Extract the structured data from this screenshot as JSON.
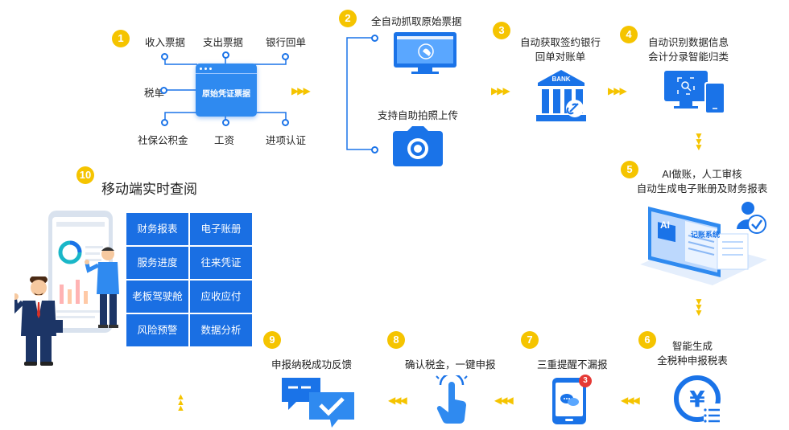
{
  "steps": [
    {
      "num": "1",
      "text": ""
    },
    {
      "num": "2",
      "text": "全自动抓取原始票据"
    },
    {
      "num": "3",
      "line1": "自动获取签约银行",
      "line2": "回单对账单"
    },
    {
      "num": "4",
      "line1": "自动识别数据信息",
      "line2": "会计分录智能归类"
    },
    {
      "num": "5",
      "line1": "AI做账，人工审核",
      "line2": "自动生成电子账册及财务报表"
    },
    {
      "num": "6",
      "line1": "智能生成",
      "line2": "全税种申报税表"
    },
    {
      "num": "7",
      "text": "三重提醒不漏报"
    },
    {
      "num": "8",
      "text": "确认税金，一键申报"
    },
    {
      "num": "9",
      "text": "申报纳税成功反馈"
    },
    {
      "num": "10",
      "text": "移动端实时查阅"
    }
  ],
  "sources": {
    "top": [
      "收入票据",
      "支出票据",
      "银行回单"
    ],
    "left": "税单",
    "bottom": [
      "社保公积金",
      "工资",
      "进项认证"
    ],
    "center": "原始凭证票据"
  },
  "upload_label": "支持自助拍照上传",
  "bank_text": "BANK",
  "screen_text": "AI",
  "system_text": "记账系统",
  "notify_badge": "3",
  "mobile_grid": [
    "财务报表",
    "电子账册",
    "服务进度",
    "往来凭证",
    "老板驾驶舱",
    "应收应付",
    "风险预警",
    "数据分析"
  ],
  "colors": {
    "accent": "#f5c400",
    "primary": "#1a73e8",
    "grid": "#1a6fe3"
  }
}
